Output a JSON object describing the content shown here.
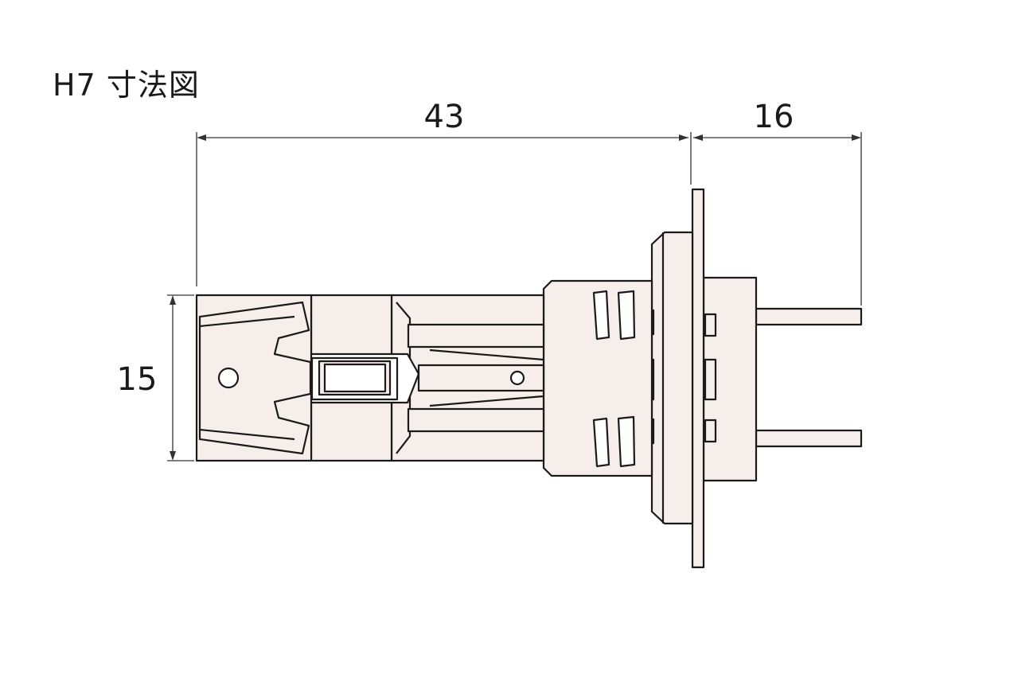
{
  "title": "H7 寸法図",
  "dimensions": {
    "length_body": "43",
    "length_pins": "16",
    "height": "15"
  },
  "colors": {
    "stroke": "#1a1a1a",
    "fill": "#f6eeea"
  }
}
